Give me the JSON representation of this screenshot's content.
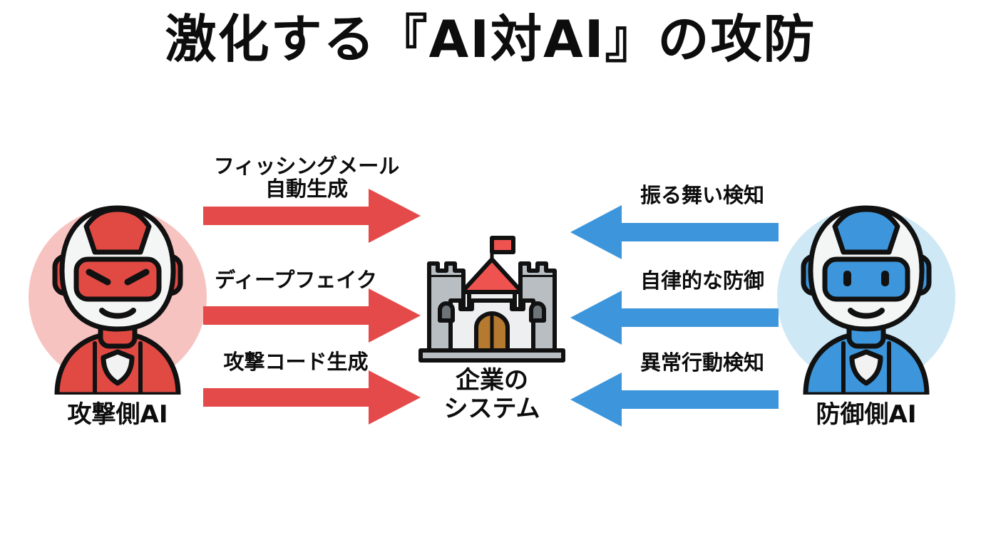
{
  "slide": {
    "title": "激化する『AI対AI』の攻防",
    "background_color": "#ffffff"
  },
  "attacker": {
    "label": "攻撃側AI",
    "disc_color": "#F7C3C0",
    "body_color": "#E04A43",
    "icon": "attacker-robot-icon"
  },
  "defender": {
    "label": "防御側AI",
    "disc_color": "#CEE8F5",
    "body_color": "#3D96DB",
    "icon": "defender-robot-icon"
  },
  "target": {
    "label": "企業の\nシステム",
    "icon": "castle-icon",
    "wall_color": "#D9DDDE",
    "roof_color": "#EF5350",
    "gate_color": "#B5792F"
  },
  "attack_arrows": {
    "color": "#E44A4A",
    "direction": "right",
    "items": [
      {
        "label": "フィッシングメール\n自動生成"
      },
      {
        "label": "ディープフェイク"
      },
      {
        "label": "攻撃コード生成"
      }
    ]
  },
  "defense_arrows": {
    "color": "#3D96DB",
    "direction": "left",
    "items": [
      {
        "label": "振る舞い検知"
      },
      {
        "label": "自律的な防御"
      },
      {
        "label": "異常行動検知"
      }
    ]
  }
}
